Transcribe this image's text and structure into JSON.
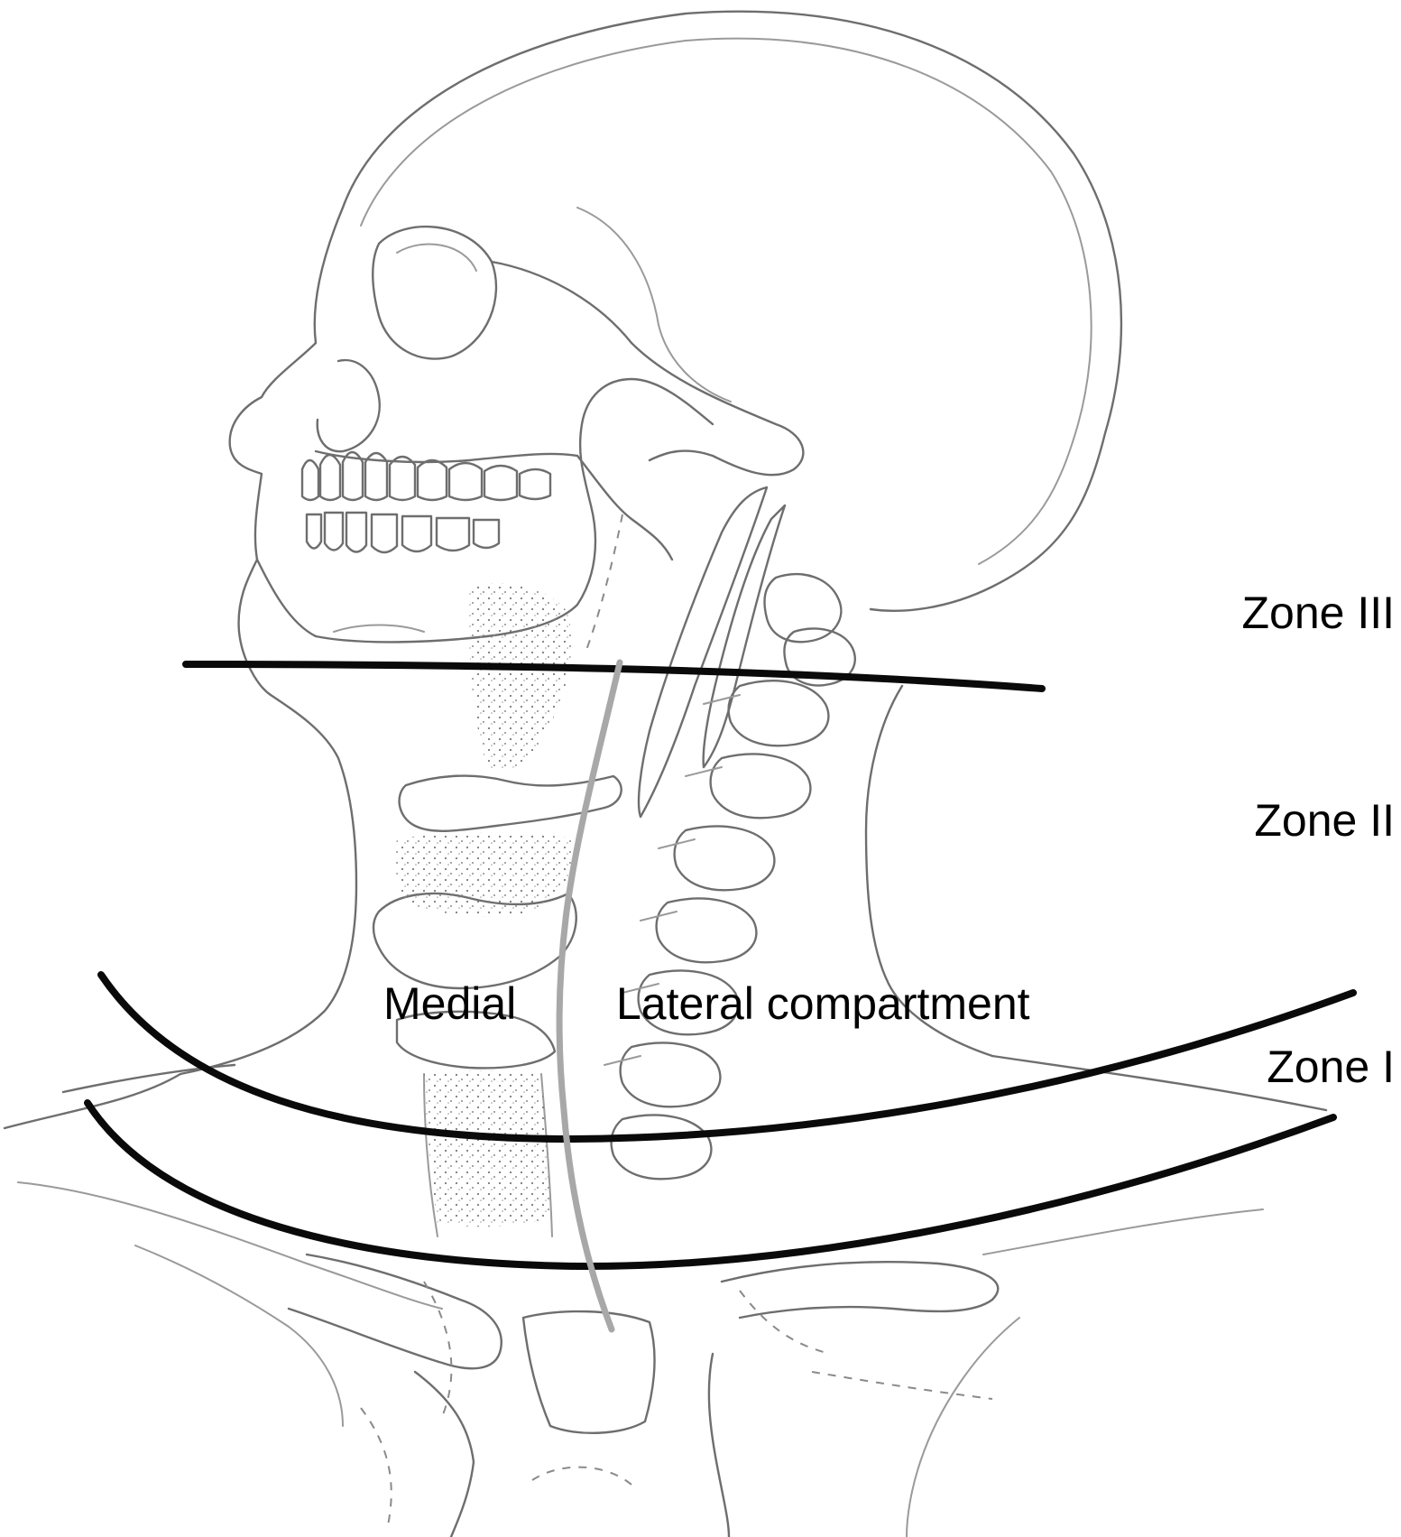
{
  "labels": {
    "zone_iii": "Zone III",
    "zone_ii": "Zone II",
    "zone_i": "Zone I",
    "medial": "Medial",
    "lateral": "Lateral compartment"
  },
  "colors": {
    "zone_lines": "#0a0a0a",
    "compartment_divider": "#a8a8a8",
    "anatomy_outline": "#6e6e6e",
    "background": "#ffffff"
  }
}
